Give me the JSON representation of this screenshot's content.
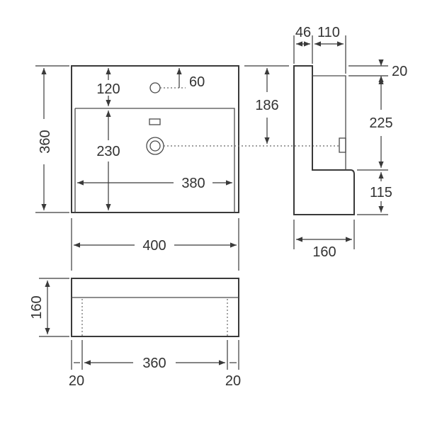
{
  "colors": {
    "line": "#3a3a3a",
    "text": "#333333",
    "background": "#ffffff"
  },
  "plan_view": {
    "tap_hole_offset": "60",
    "top_to_bowl": "120",
    "bowl_depth": "230",
    "bowl_width": "380",
    "overall_width": "400",
    "overall_depth": "360",
    "waste_to_top": "186"
  },
  "side_view": {
    "wall_gap": "46",
    "back_depth": "110",
    "top_offset": "20",
    "mid_height": "225",
    "base_height": "115",
    "overall_depth": "160"
  },
  "front_view": {
    "height": "160",
    "inner_width": "360",
    "left_margin": "20",
    "right_margin": "20"
  }
}
